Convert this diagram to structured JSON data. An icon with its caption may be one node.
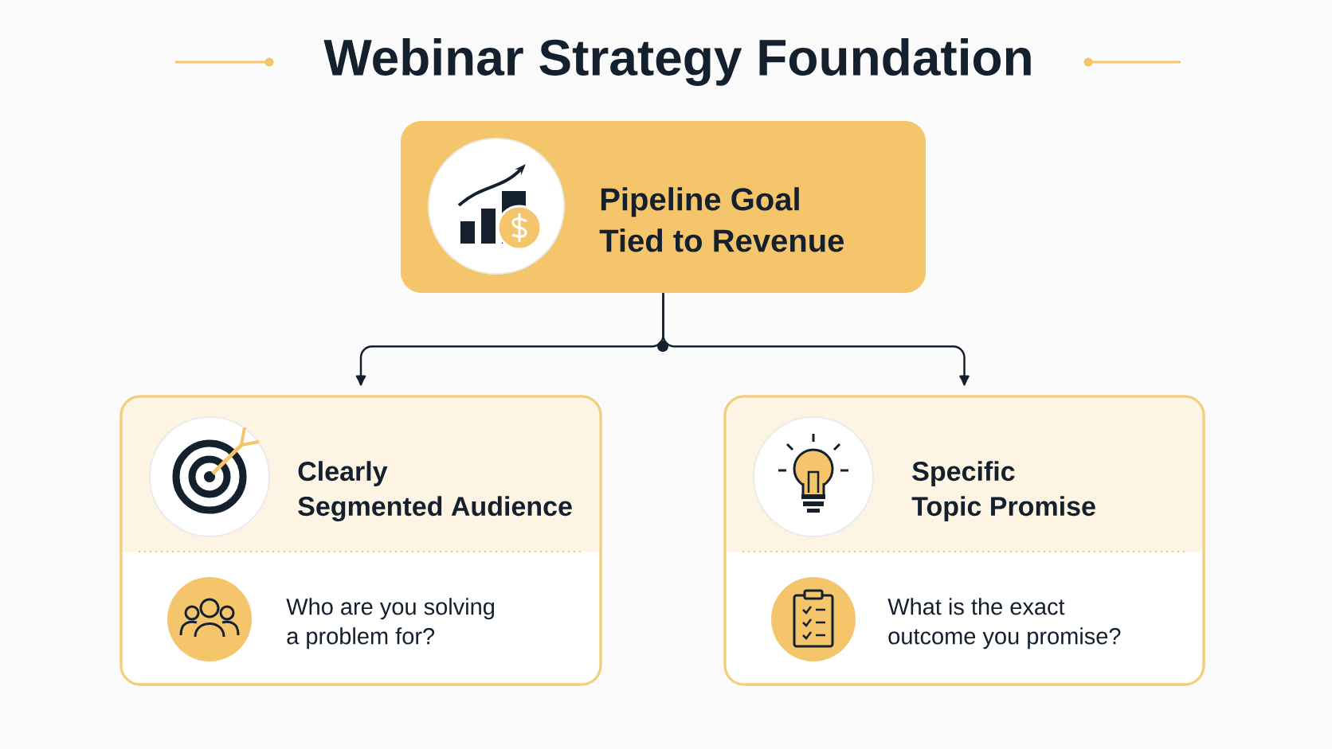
{
  "diagram": {
    "title": "Webinar Strategy Foundation",
    "nodes": [
      {
        "text": [
          "Pipeline Goal Tied to Revenue"
        ]
      },
      {
        "text": [
          "Clearly Segmented Audience",
          "Who are you solving a problem for?"
        ]
      },
      {
        "text": [
          "Specific Topic Promise",
          "What is the exact outcome you promise?"
        ]
      }
    ],
    "edges": [
      {
        "from": 0,
        "to": 1,
        "arrow": "to"
      },
      {
        "from": 0,
        "to": 2,
        "arrow": "to"
      }
    ]
  }
}
